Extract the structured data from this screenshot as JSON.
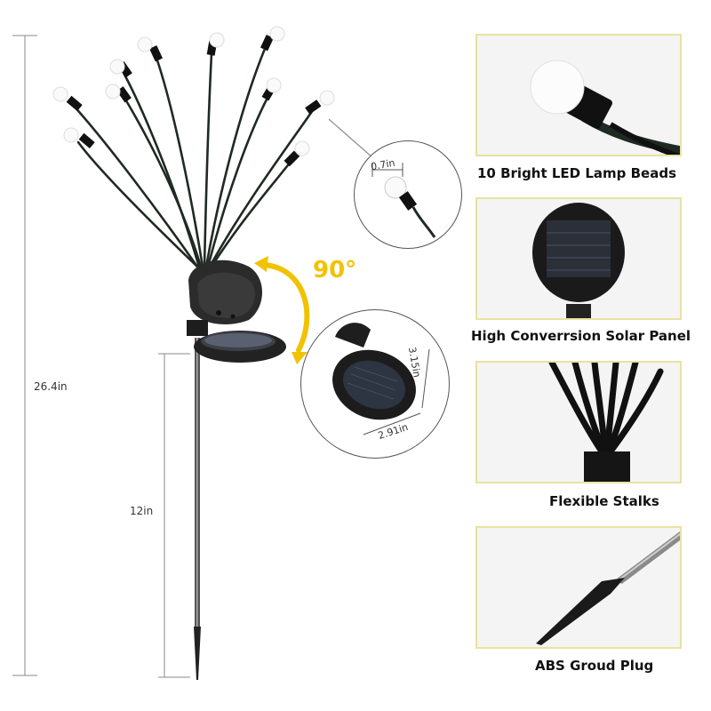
{
  "dimensions": {
    "total_height": "26.4in",
    "stake_height": "12in",
    "bead_size": "0.7in",
    "panel_height": "3.15in",
    "panel_width": "2.91in",
    "rotation": "90°"
  },
  "features": [
    {
      "caption": "10 Bright LED Lamp Beads"
    },
    {
      "caption": "High Converrsion Solar Panel"
    },
    {
      "caption": "Flexible Stalks"
    },
    {
      "caption": "ABS Groud Plug"
    }
  ],
  "colors": {
    "panel_border": "#e8e3a0",
    "rotation_arrow": "#f2c200",
    "stalk": "#1f2a22"
  }
}
